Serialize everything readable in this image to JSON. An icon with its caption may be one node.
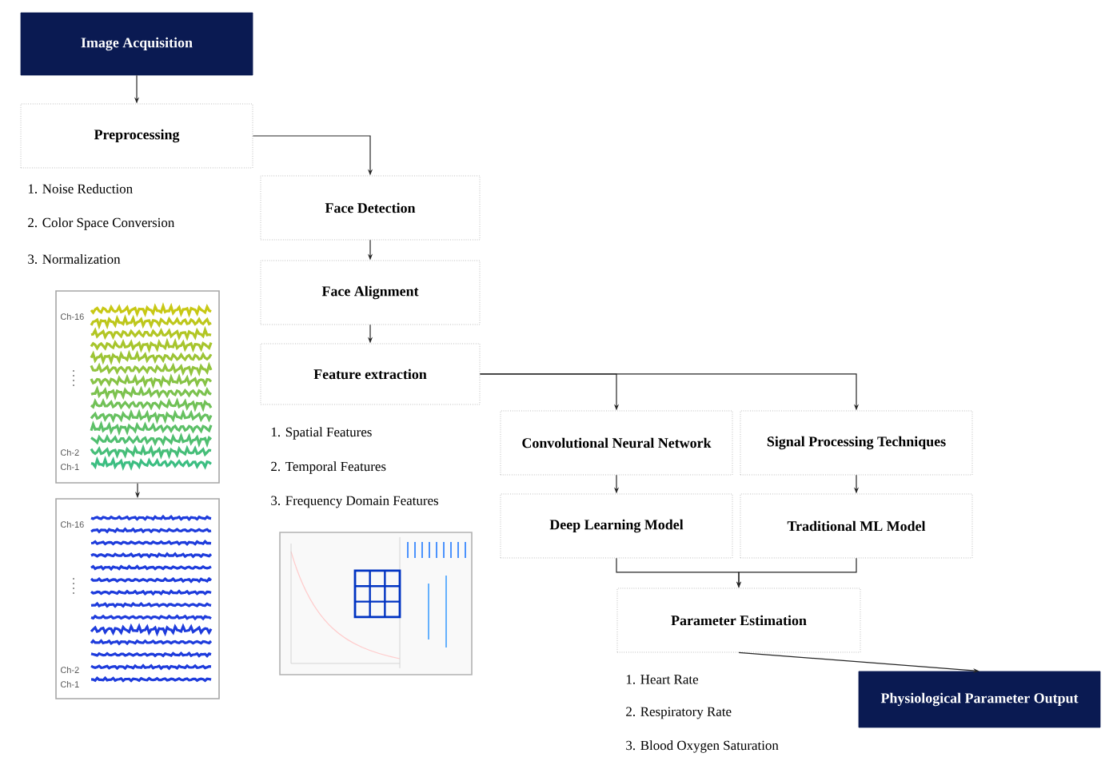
{
  "diagram": {
    "nodes": [
      {
        "text": [
          "Image Acquisition"
        ]
      },
      {
        "text": [
          "Preprocessing"
        ],
        "beside": [
          "1. Noise Reduction",
          "2. Color Space Conversion",
          "3. Normalization"
        ]
      },
      {
        "text": [
          "Face Detection"
        ]
      },
      {
        "text": [
          "Face Alignment"
        ]
      },
      {
        "text": [
          "Feature extraction"
        ],
        "beside": [
          "1. Spatial Features",
          "2. Temporal Features",
          "3. Frequency Domain Features"
        ]
      },
      {
        "text": [
          "Convolutional Neural Network"
        ]
      },
      {
        "text": [
          "Signal Processing Techniques"
        ]
      },
      {
        "text": [
          "Deep Learning Model"
        ]
      },
      {
        "text": [
          "Traditional ML Model"
        ]
      },
      {
        "text": [
          "Parameter Estimation"
        ],
        "beside": [
          "1. Heart Rate",
          "2. Respiratory Rate",
          "3. Blood Oxygen Saturation"
        ]
      },
      {
        "text": [
          "Physiological Parameter Output"
        ]
      },
      {
        "text": [],
        "shape": "picture"
      },
      {
        "text": [],
        "shape": "picture"
      }
    ],
    "edges": [
      {
        "from": 0,
        "to": 1,
        "arrow": "to"
      },
      {
        "from": 1,
        "to": 2,
        "arrow": "to"
      },
      {
        "from": 2,
        "to": 3,
        "arrow": "to"
      },
      {
        "from": 3,
        "to": 4,
        "arrow": "to"
      },
      {
        "from": 4,
        "to": 5,
        "arrow": "to"
      },
      {
        "from": 4,
        "to": 6,
        "arrow": "to"
      },
      {
        "from": 5,
        "to": 7,
        "arrow": "to"
      },
      {
        "from": 6,
        "to": 8,
        "arrow": "to"
      },
      {
        "from": 7,
        "to": 9,
        "arrow": "to"
      },
      {
        "from": 8,
        "to": 9,
        "arrow": "to"
      },
      {
        "from": 9,
        "to": 10,
        "arrow": "to"
      },
      {
        "from": 11,
        "to": 12,
        "arrow": "to"
      }
    ],
    "labels": [
      "Ch-16",
      "Ch-2",
      "Ch-1",
      "Ch-16",
      "Ch-2",
      "Ch-1"
    ]
  }
}
